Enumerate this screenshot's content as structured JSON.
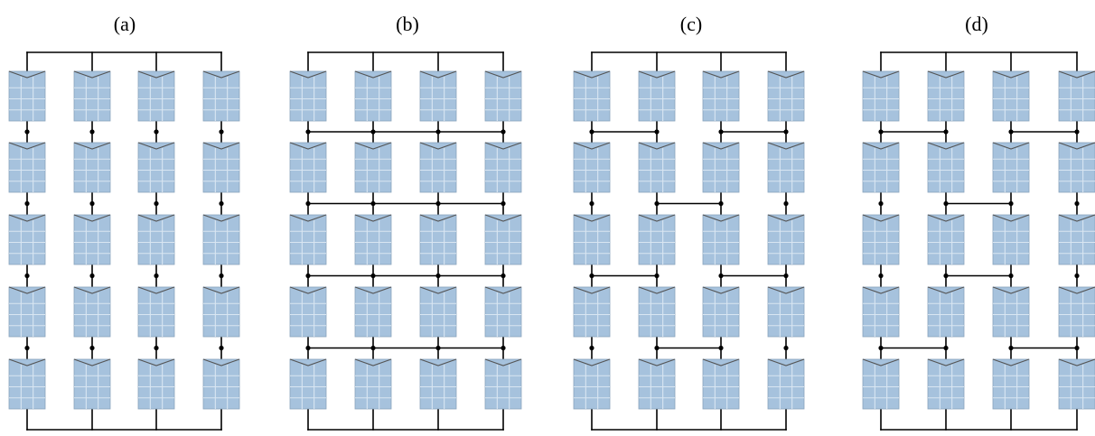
{
  "colors": {
    "module_fill": "#a6c2dd",
    "module_grid": "#d9e6f2",
    "wire": "#000000"
  },
  "module_icon": "solar-panel-icon",
  "panels": [
    {
      "id": "a",
      "label": "(a)",
      "topology": "series-parallel",
      "columns": 4,
      "rows": 5,
      "tie_links": []
    },
    {
      "id": "b",
      "label": "(b)",
      "topology": "total-cross-tied",
      "columns": 4,
      "rows": 5,
      "tie_links": [
        {
          "gap": 1,
          "from_col": 1,
          "to_col": 4
        },
        {
          "gap": 2,
          "from_col": 1,
          "to_col": 4
        },
        {
          "gap": 3,
          "from_col": 1,
          "to_col": 4
        },
        {
          "gap": 4,
          "from_col": 1,
          "to_col": 4
        }
      ]
    },
    {
      "id": "c",
      "label": "(c)",
      "topology": "bridge-linked",
      "columns": 4,
      "rows": 5,
      "tie_links": [
        {
          "gap": 1,
          "from_col": 1,
          "to_col": 2
        },
        {
          "gap": 1,
          "from_col": 3,
          "to_col": 4
        },
        {
          "gap": 2,
          "from_col": 2,
          "to_col": 3
        },
        {
          "gap": 3,
          "from_col": 1,
          "to_col": 2
        },
        {
          "gap": 3,
          "from_col": 3,
          "to_col": 4
        },
        {
          "gap": 4,
          "from_col": 2,
          "to_col": 3
        }
      ]
    },
    {
      "id": "d",
      "label": "(d)",
      "topology": "honey-comb",
      "columns": 4,
      "rows": 5,
      "tie_links": [
        {
          "gap": 1,
          "from_col": 1,
          "to_col": 2
        },
        {
          "gap": 1,
          "from_col": 3,
          "to_col": 4
        },
        {
          "gap": 2,
          "from_col": 2,
          "to_col": 3
        },
        {
          "gap": 3,
          "from_col": 2,
          "to_col": 3
        },
        {
          "gap": 4,
          "from_col": 1,
          "to_col": 2
        },
        {
          "gap": 4,
          "from_col": 3,
          "to_col": 4
        }
      ]
    }
  ]
}
